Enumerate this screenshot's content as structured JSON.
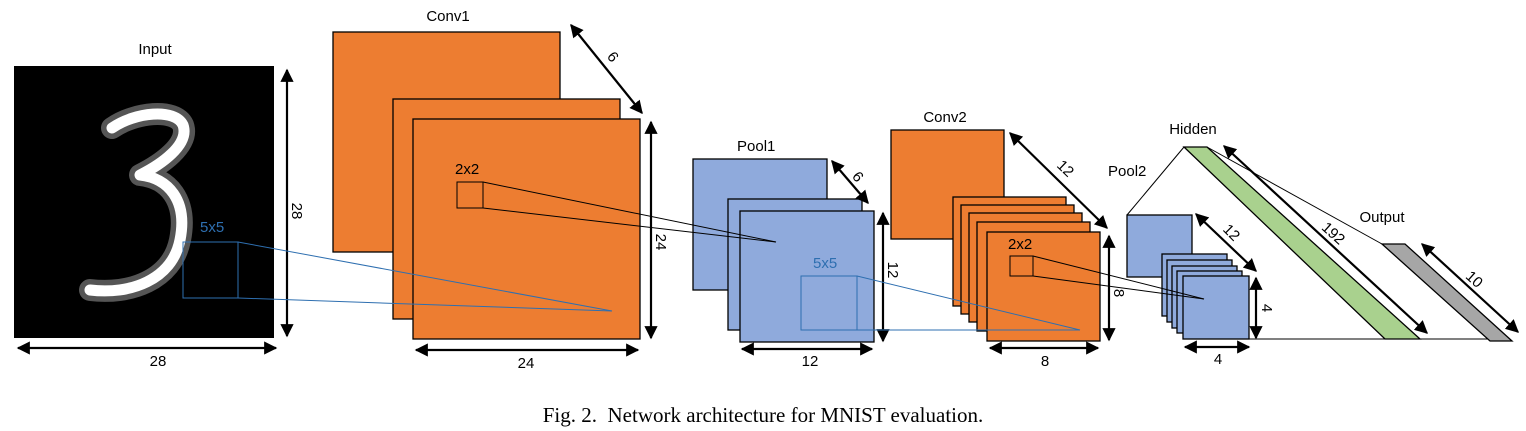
{
  "layers": {
    "input": {
      "title": "Input",
      "width_label": "28",
      "height_label": "28",
      "kernel_label": "5x5"
    },
    "conv1": {
      "title": "Conv1",
      "depth_label": "6",
      "width_label": "24",
      "height_label": "24",
      "pool_label": "2x2"
    },
    "pool1": {
      "title": "Pool1",
      "depth_label": "6",
      "width_label": "12",
      "height_label": "12",
      "kernel_label": "5x5"
    },
    "conv2": {
      "title": "Conv2",
      "depth_label": "12",
      "width_label": "8",
      "height_label": "8",
      "pool_label": "2x2"
    },
    "pool2": {
      "title": "Pool2",
      "depth_label": "12",
      "width_label": "4",
      "height_label": "4"
    },
    "hidden": {
      "title": "Hidden",
      "size_label": "192"
    },
    "output": {
      "title": "Output",
      "size_label": "10"
    }
  },
  "colors": {
    "conv": "#ed7d31",
    "pool": "#8faadc",
    "hidden": "#a9d18e",
    "output": "#a6a6a6",
    "kernel": "#2e6fb0"
  },
  "caption": "Fig. 2.  Network architecture for MNIST evaluation."
}
